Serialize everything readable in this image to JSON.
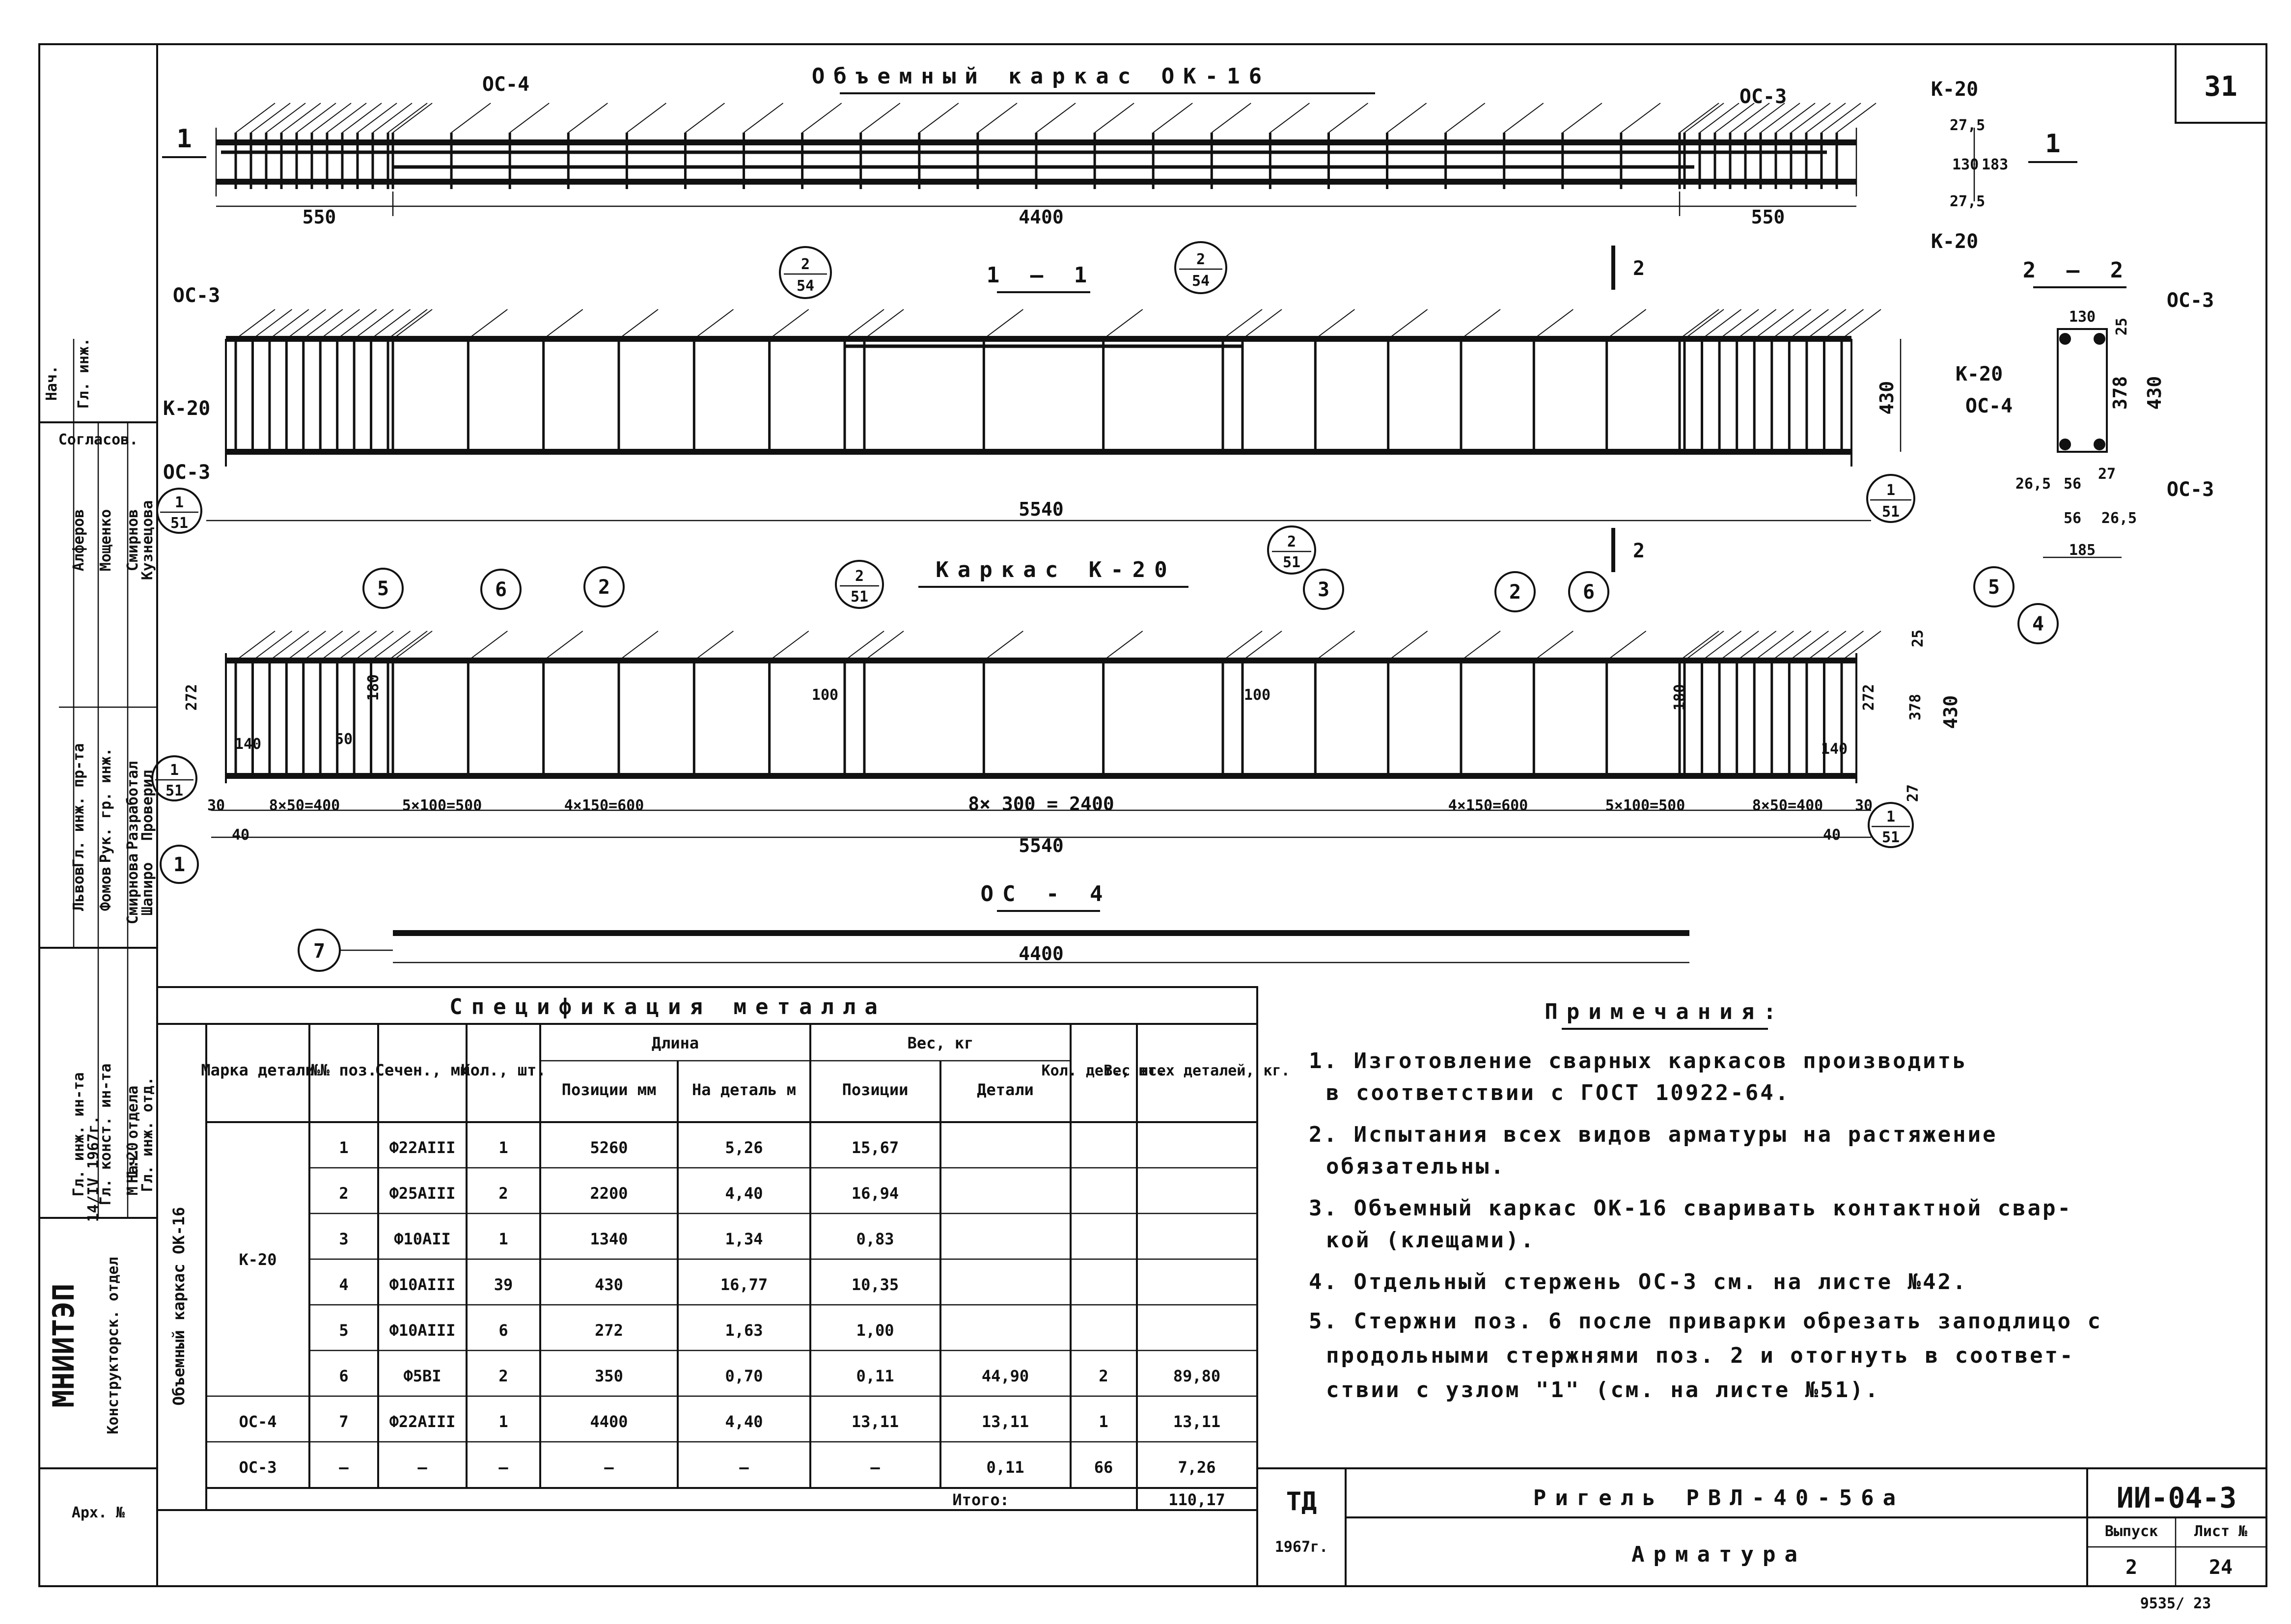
{
  "sheet_number": "31",
  "drawings": {
    "ok16": {
      "title": "Объемный каркас ОК-16",
      "labels": [
        "ОС-4",
        "ОС-3",
        "К-20",
        "К-20"
      ],
      "section_marks": [
        "1",
        "1"
      ],
      "dims": [
        "550",
        "4400",
        "550",
        "27,5",
        "130",
        "183",
        "27,5"
      ]
    },
    "section11": {
      "title": "1 — 1",
      "labels": [
        "ОС-3",
        "К-20",
        "ОС-3"
      ],
      "callout_left": {
        "top": "2",
        "bottom": "54"
      },
      "callout_right": {
        "top": "2",
        "bottom": "54"
      },
      "node_left": {
        "top": "1",
        "bottom": "51"
      },
      "node_right": {
        "top": "1",
        "bottom": "51"
      },
      "dims": [
        "430",
        "5540"
      ],
      "cut_marks": [
        "2",
        "2"
      ]
    },
    "section22": {
      "title": "2 — 2",
      "labels": [
        "ОС-3",
        "К-20",
        "ОС-4",
        "ОС-3"
      ],
      "dims": [
        "130",
        "25",
        "378",
        "430",
        "26,5",
        "56",
        "27",
        "56",
        "26,5",
        "185"
      ]
    },
    "k20": {
      "title": "Каркас К-20",
      "positions": [
        "5",
        "6",
        "2",
        "3",
        "2",
        "6",
        "5",
        "4"
      ],
      "callout_left": {
        "top": "2",
        "bottom": "51"
      },
      "callout_right": {
        "top": "2",
        "bottom": "51"
      },
      "node_left": {
        "top": "1",
        "bottom": "51"
      },
      "node_right": {
        "top": "1",
        "bottom": "51"
      },
      "node_bottom": "1",
      "dims_bottom": [
        "8×50=400",
        "5×100=500",
        "4×150=600",
        "8× 300 = 2400",
        "4×150=600",
        "5×100=500",
        "8×50=400"
      ],
      "dims_other": [
        "30",
        "40",
        "5540",
        "40",
        "30",
        "140",
        "140",
        "272",
        "180",
        "50",
        "100",
        "100",
        "180",
        "25",
        "272",
        "378",
        "430",
        "27"
      ]
    },
    "os4": {
      "title": "ОС - 4",
      "position": "7",
      "dim": "4400"
    }
  },
  "spec_table": {
    "title": "Спецификация металла",
    "headers": {
      "marka": "Марка детали",
      "pos": "№№ поз.",
      "sech": "Сечен., мм",
      "kol": "Кол., шт.",
      "dlina": "Длина",
      "dlina_pos": "Позиции мм",
      "dlina_det": "На деталь м",
      "ves": "Вес, кг",
      "ves_pos": "Позиции",
      "ves_det": "Детали",
      "kol_det": "Кол. дет., шт.",
      "ves_all": "Вес всех деталей, кг."
    },
    "side_label": "Объемный каркас ОК-16",
    "rows": [
      {
        "marka": "К-20",
        "pos": "1",
        "sech": "Ф22АIII",
        "kol": "1",
        "dl_pos": "5260",
        "dl_det": "5,26",
        "w_pos": "15,67",
        "w_det": "",
        "kol_det": "",
        "w_all": ""
      },
      {
        "marka": "",
        "pos": "2",
        "sech": "Ф25АIII",
        "kol": "2",
        "dl_pos": "2200",
        "dl_det": "4,40",
        "w_pos": "16,94",
        "w_det": "",
        "kol_det": "",
        "w_all": ""
      },
      {
        "marka": "",
        "pos": "3",
        "sech": "Ф10АII",
        "kol": "1",
        "dl_pos": "1340",
        "dl_det": "1,34",
        "w_pos": "0,83",
        "w_det": "",
        "kol_det": "",
        "w_all": ""
      },
      {
        "marka": "",
        "pos": "4",
        "sech": "Ф10АIII",
        "kol": "39",
        "dl_pos": "430",
        "dl_det": "16,77",
        "w_pos": "10,35",
        "w_det": "",
        "kol_det": "",
        "w_all": ""
      },
      {
        "marka": "",
        "pos": "5",
        "sech": "Ф10АIII",
        "kol": "6",
        "dl_pos": "272",
        "dl_det": "1,63",
        "w_pos": "1,00",
        "w_det": "",
        "kol_det": "",
        "w_all": ""
      },
      {
        "marka": "",
        "pos": "6",
        "sech": "Ф5ВI",
        "kol": "2",
        "dl_pos": "350",
        "dl_det": "0,70",
        "w_pos": "0,11",
        "w_det": "44,90",
        "kol_det": "2",
        "w_all": "89,80"
      },
      {
        "marka": "ОС-4",
        "pos": "7",
        "sech": "Ф22АIII",
        "kol": "1",
        "dl_pos": "4400",
        "dl_det": "4,40",
        "w_pos": "13,11",
        "w_det": "13,11",
        "kol_det": "1",
        "w_all": "13,11"
      },
      {
        "marka": "ОС-3",
        "pos": "—",
        "sech": "—",
        "kol": "—",
        "dl_pos": "—",
        "dl_det": "—",
        "w_pos": "—",
        "w_det": "0,11",
        "kol_det": "66",
        "w_all": "7,26"
      }
    ],
    "total_label": "Итого:",
    "total_value": "110,17"
  },
  "notes": {
    "title": "Примечания:",
    "lines": [
      "1. Изготовление сварных каркасов производить",
      "в соответствии с ГОСТ 10922-64.",
      "2. Испытания всех видов арматуры на растяжение",
      "обязательны.",
      "3. Объемный каркас ОК-16 сваривать контактной свар-",
      "кой (клещами).",
      "4. Отдельный стержень ОС-3 см. на листе №42.",
      "5. Стержни поз. 6 после приварки обрезать заподлицо с",
      "продольными стержнями поз. 2 и отогнуть в соответ-",
      "ствии с узлом \"1\" (см. на листе №51)."
    ]
  },
  "title_block": {
    "td": "ТД",
    "year": "1967г.",
    "name": "Ригель РВЛ-40-56а",
    "subname": "Арматура",
    "code": "ИИ-04-3",
    "vyp_label": "Выпуск",
    "list_label": "Лист №",
    "vyp": "2",
    "list": "24",
    "stamp_bottom": "9535/ 23"
  },
  "left_stamp": {
    "org": "МНИИТЭП",
    "dept": "Конструкторск. отдел",
    "date": "14/IV 1967г.",
    "scale": "М 1:20",
    "arx": "Арх. №",
    "nach": "Нач.",
    "gl_inzh": "Гл. инж.",
    "soglasov": "Согласов.",
    "roles": [
      "Гл. инж. пр-та",
      "Рук. гр. инж.",
      "Разработал",
      "Проверил"
    ],
    "names": [
      "Алферов",
      "Мощенко",
      "Смирнов",
      "Кузнецова"
    ],
    "roles2": [
      "Гл. инж. ин-та",
      "Гл. конст. ин-та",
      "Нач. отдела",
      "Гл. инж. отд."
    ],
    "names2": [
      "Львов",
      "Фомов",
      "Смирнова",
      "Шапиро"
    ]
  }
}
